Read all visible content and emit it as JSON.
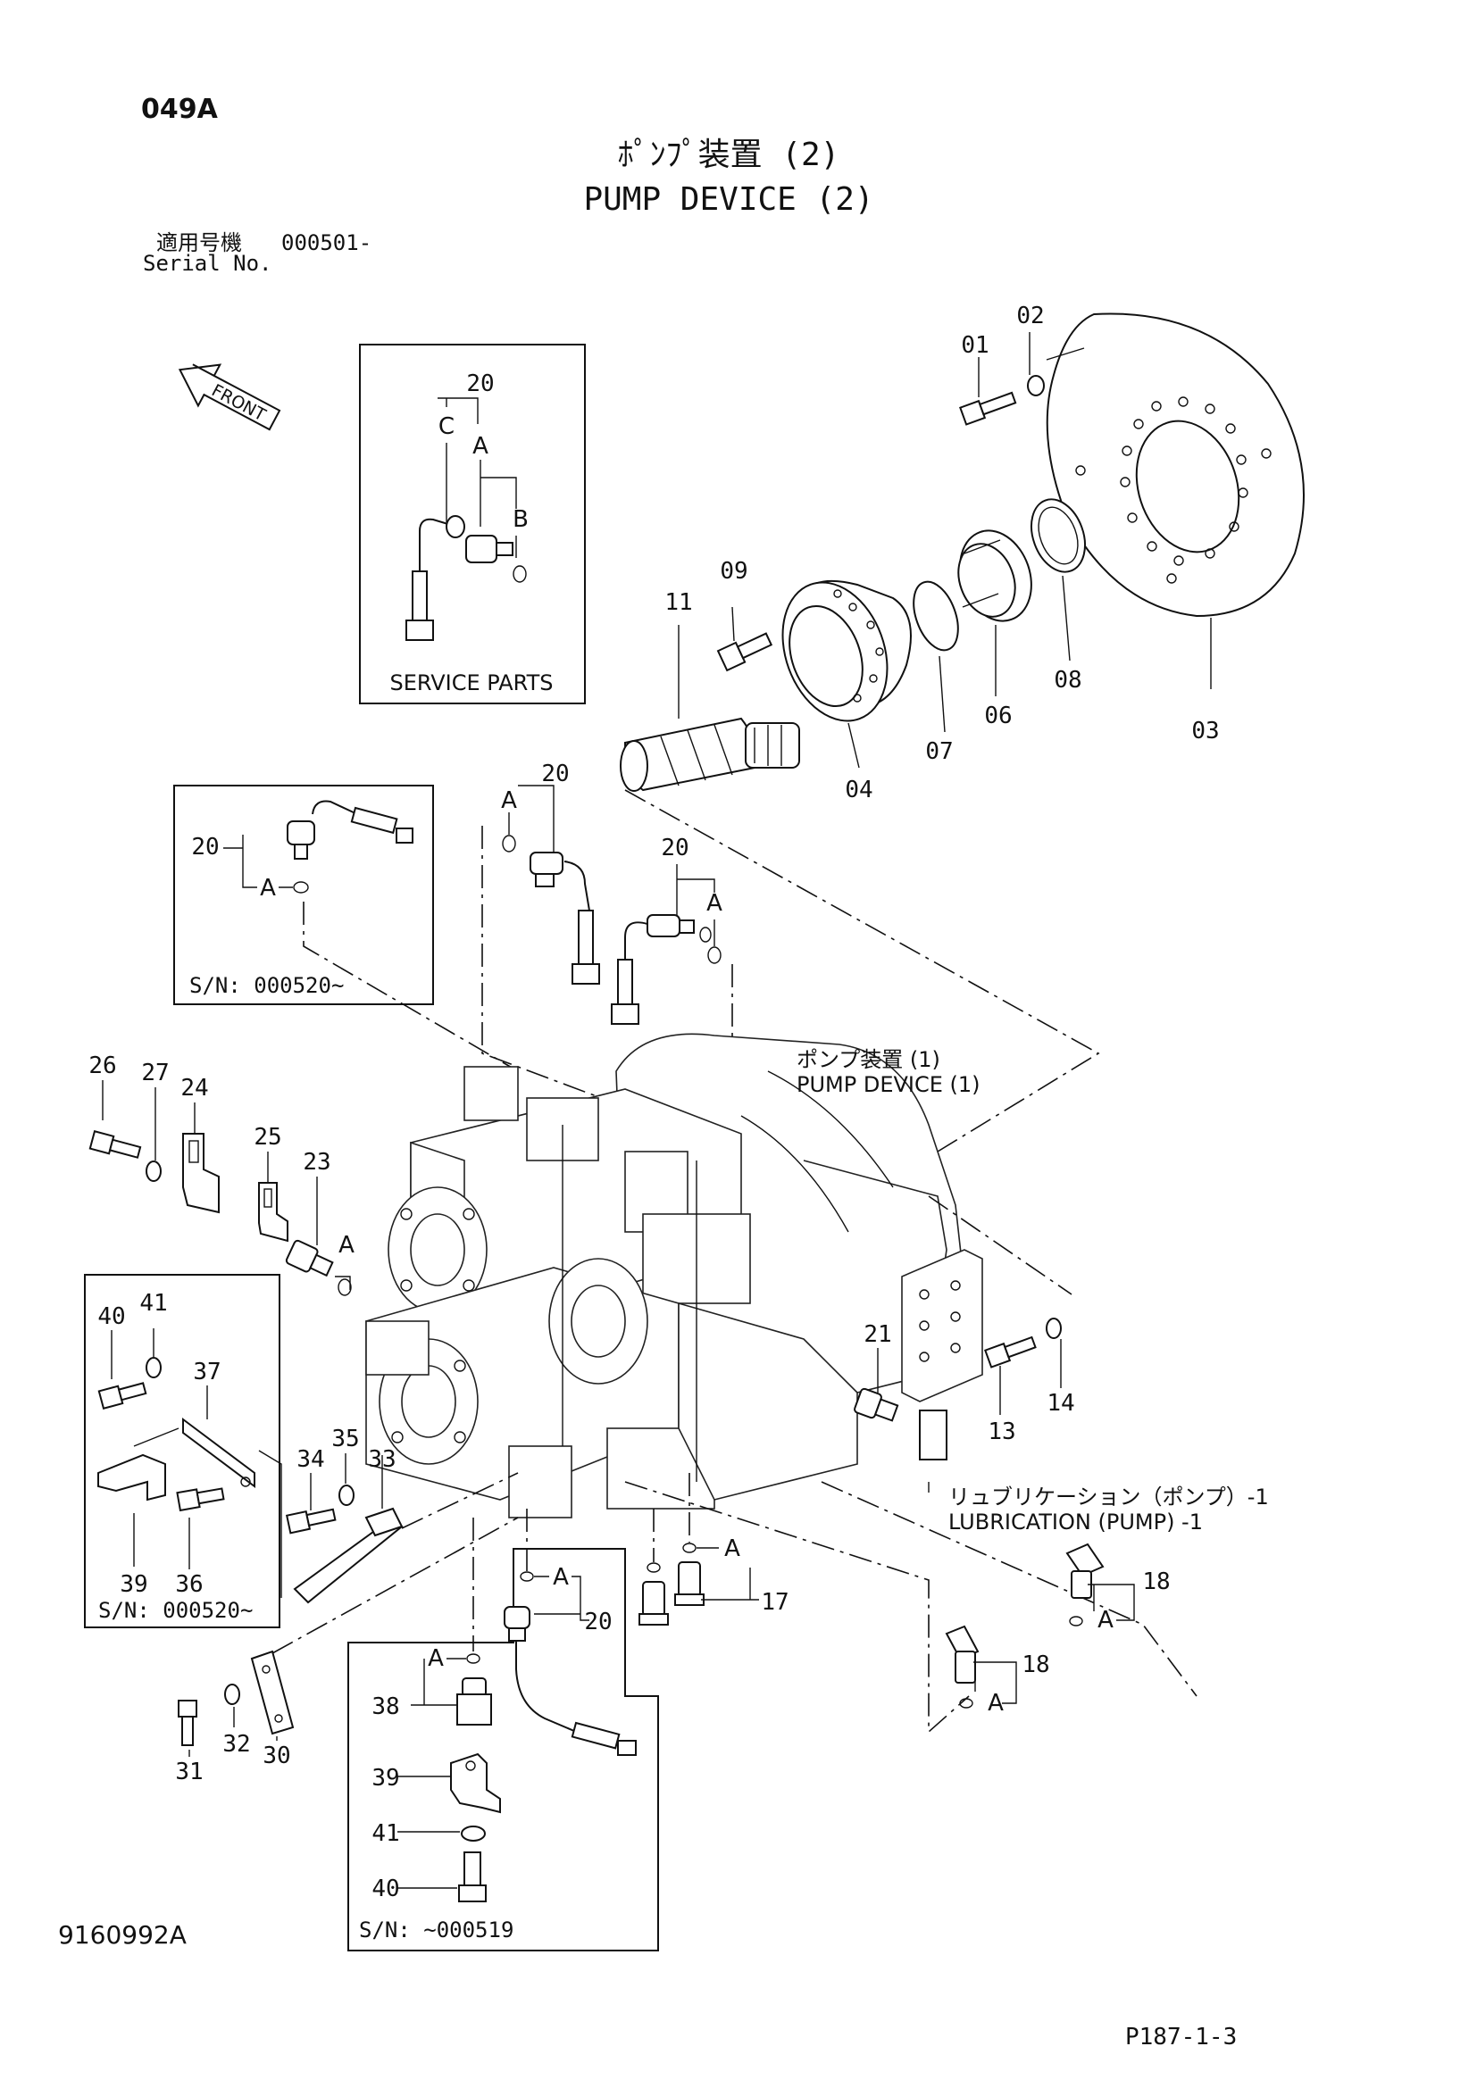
{
  "header": {
    "page_code": "049A",
    "title_jp": "ﾎﾟﾝﾌﾟ装置 (2)",
    "title_en": "PUMP DEVICE (2)",
    "serial_label_jp": "適用号機",
    "serial_value": "000501-",
    "serial_label_en": "Serial No."
  },
  "front_label": "FRONT",
  "boxes": {
    "service_parts": "SERVICE PARTS",
    "sn_upper_left": "S/N: 000520~",
    "sn_lower_left": "S/N: 000520~",
    "sn_bottom": "S/N: ~000519"
  },
  "references": {
    "pump_device_jp": "ポンプ装置 (1)",
    "pump_device_en": "PUMP DEVICE (1)",
    "lubrication_jp": "リュブリケーション（ポンプ）-1",
    "lubrication_en": "LUBRICATION (PUMP) -1"
  },
  "callouts": {
    "sp_20": "20",
    "sp_c": "C",
    "sp_a": "A",
    "sp_b": "B",
    "p01": "01",
    "p02": "02",
    "p03": "03",
    "p04": "04",
    "p06": "06",
    "p07": "07",
    "p08": "08",
    "p09": "09",
    "p11": "11",
    "ul_20": "20",
    "ul_a": "A",
    "mid1_20": "20",
    "mid1_a": "A",
    "mid2_20": "20",
    "mid2_a": "A",
    "p26": "26",
    "p27": "27",
    "p24": "24",
    "p25": "25",
    "p23": "23",
    "p23_a": "A",
    "p41": "41",
    "p40": "40",
    "p37": "37",
    "p39": "39",
    "p36": "36",
    "p34": "34",
    "p35": "35",
    "p33": "33",
    "p21": "21",
    "p13": "13",
    "p14": "14",
    "p18a": "18",
    "p18a_a": "A",
    "p18b": "18",
    "p18b_a": "A",
    "p17": "17",
    "p17_a": "A",
    "bot_20": "20",
    "bot_a1": "A",
    "bot_a2": "A",
    "p38": "38",
    "b39": "39",
    "b41": "41",
    "b40": "40",
    "p31": "31",
    "p32": "32",
    "p30": "30"
  },
  "footer": {
    "drawing_no": "9160992A",
    "page_ref": "P187-1-3"
  }
}
